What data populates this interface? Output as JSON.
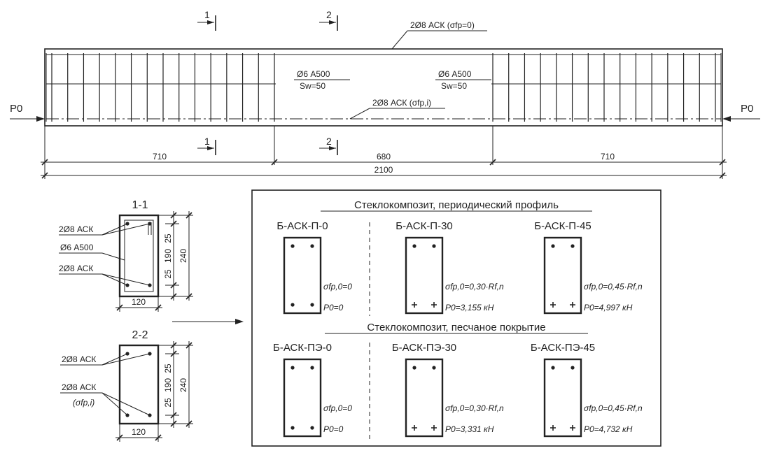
{
  "beam": {
    "top_bar_label": "2Ø8 АСК (σfp=0)",
    "bottom_bar_label": "2Ø8 АСК (σfp,i)",
    "stirrup_left": "Ø6 А500",
    "spacing_left": "Sw=50",
    "stirrup_right": "Ø6 А500",
    "spacing_right": "Sw=50",
    "force_left": "P0",
    "force_right": "P0",
    "section_1_top": "1",
    "section_1_bottom": "1",
    "section_2_top": "2",
    "section_2_bottom": "2",
    "dim_left": "710",
    "dim_mid": "680",
    "dim_right": "710",
    "dim_total": "2100"
  },
  "section_1": {
    "title": "1-1",
    "top_bars": "2Ø8 АСК",
    "stirrup": "Ø6 А500",
    "bottom_bars": "2Ø8 АСК",
    "width": "120",
    "height": "240",
    "dims_v": [
      "25",
      "190",
      "25"
    ]
  },
  "section_2": {
    "title": "2-2",
    "top_bars": "2Ø8 АСК",
    "bottom_bars": "2Ø8 АСК",
    "bottom_bars_note": "(σfp,i)",
    "width": "120",
    "height": "240",
    "dims_v": [
      "25",
      "190",
      "25"
    ]
  },
  "series": [
    {
      "heading": "Стеклокомпозит, периодический профиль",
      "specimens": [
        {
          "name": "Б-АСК-П-0",
          "stress": "σfp,0=0",
          "force": "P0=0"
        },
        {
          "name": "Б-АСК-П-30",
          "stress": "σfp,0=0,30·Rf,n",
          "force": "P0=3,155 кН"
        },
        {
          "name": "Б-АСК-П-45",
          "stress": "σfp,0=0,45·Rf,n",
          "force": "P0=4,997 кН"
        }
      ]
    },
    {
      "heading": "Стеклокомпозит, песчаное покрытие",
      "specimens": [
        {
          "name": "Б-АСК-ПЭ-0",
          "stress": "σfp,0=0",
          "force": "P0=0"
        },
        {
          "name": "Б-АСК-ПЭ-30",
          "stress": "σfp,0=0,30·Rf,n",
          "force": "P0=3,331 кН"
        },
        {
          "name": "Б-АСК-ПЭ-45",
          "stress": "σfp,0=0,45·Rf,n",
          "force": "P0=4,732 кН"
        }
      ]
    }
  ]
}
